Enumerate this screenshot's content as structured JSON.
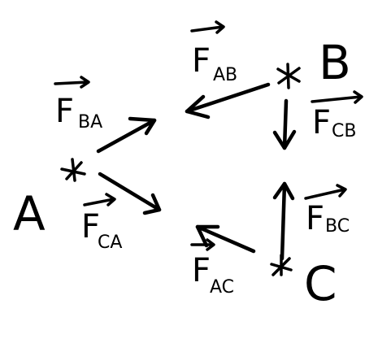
{
  "colors": {
    "background": "#ffffff",
    "ink": "#000000"
  },
  "points": {
    "A": "A",
    "B": "B",
    "C": "C"
  },
  "forces": {
    "F_BA": {
      "letter": "F",
      "sub": "BA"
    },
    "F_CA": {
      "letter": "F",
      "sub": "CA"
    },
    "F_AB": {
      "letter": "F",
      "sub": "AB"
    },
    "F_CB": {
      "letter": "F",
      "sub": "CB"
    },
    "F_BC": {
      "letter": "F",
      "sub": "BC"
    },
    "F_AC": {
      "letter": "F",
      "sub": "AC"
    }
  }
}
